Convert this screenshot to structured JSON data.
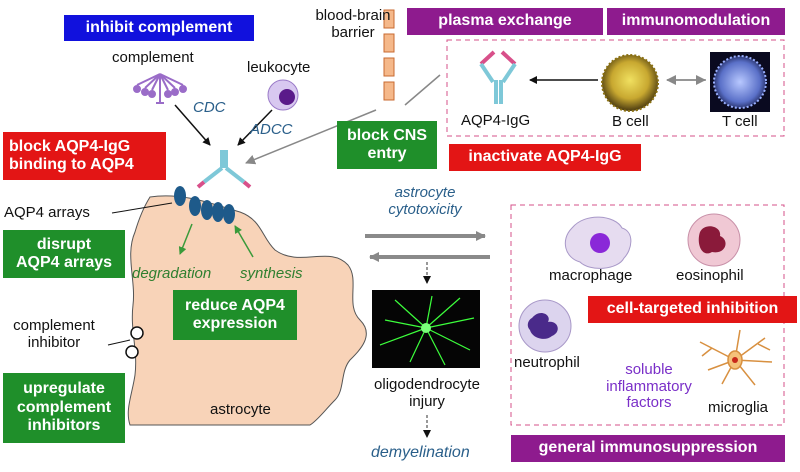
{
  "labels": {
    "inhibit_complement": "inhibit complement",
    "complement": "complement",
    "leukocyte": "leukocyte",
    "cdc": "CDC",
    "adcc": "ADCC",
    "bbb_line1": "blood-brain",
    "bbb_line2": "barrier",
    "block_cns_line1": "block CNS",
    "block_cns_line2": "entry",
    "block_aqp4_line1": "block AQP4-IgG",
    "block_aqp4_line2": "binding to AQP4",
    "aqp4_arrays": "AQP4 arrays",
    "disrupt_line1": "disrupt",
    "disrupt_line2": "AQP4 arrays",
    "degradation": "degradation",
    "synthesis": "synthesis",
    "reduce_line1": "reduce AQP4",
    "reduce_line2": "expression",
    "complement_inhibitor_line1": "complement",
    "complement_inhibitor_line2": "inhibitor",
    "upregulate_line1": "upregulate",
    "upregulate_line2": "complement",
    "upregulate_line3": "inhibitors",
    "astrocyte": "astrocyte",
    "plasma_exchange": "plasma exchange",
    "immunomodulation": "immunomodulation",
    "aqp4_igg": "AQP4-IgG",
    "b_cell": "B cell",
    "t_cell": "T cell",
    "inactivate": "inactivate AQP4-IgG",
    "astro_cyto_line1": "astrocyte",
    "astro_cyto_line2": "cytotoxicity",
    "macrophage": "macrophage",
    "eosinophil": "eosinophil",
    "cell_targeted": "cell-targeted inhibition",
    "neutrophil": "neutrophil",
    "soluble_line1": "soluble",
    "soluble_line2": "inflammatory",
    "soluble_line3": "factors",
    "microglia": "microglia",
    "oligo_line1": "oligodendrocyte",
    "oligo_line2": "injury",
    "demyelination": "demyelination",
    "general": "general immunosuppression"
  },
  "colors": {
    "blue_box": "#1111dd",
    "purple_box": "#8e1b8e",
    "red_box": "#e31515",
    "green_box": "#1f8f2a",
    "astrocyte_fill": "#f8d3b8",
    "dashed_border": "#d6508a",
    "italic_blue": "#2a5f8a"
  },
  "icons": [
    "complement-icon",
    "leukocyte-icon",
    "antibody-icon",
    "bbb-segment-icon",
    "aqp4-channel-icon",
    "b-cell-icon",
    "t-cell-icon",
    "macrophage-icon",
    "eosinophil-icon",
    "neutrophil-icon",
    "microglia-icon",
    "oligodendrocyte-image",
    "complement-inhibitor-icon"
  ]
}
